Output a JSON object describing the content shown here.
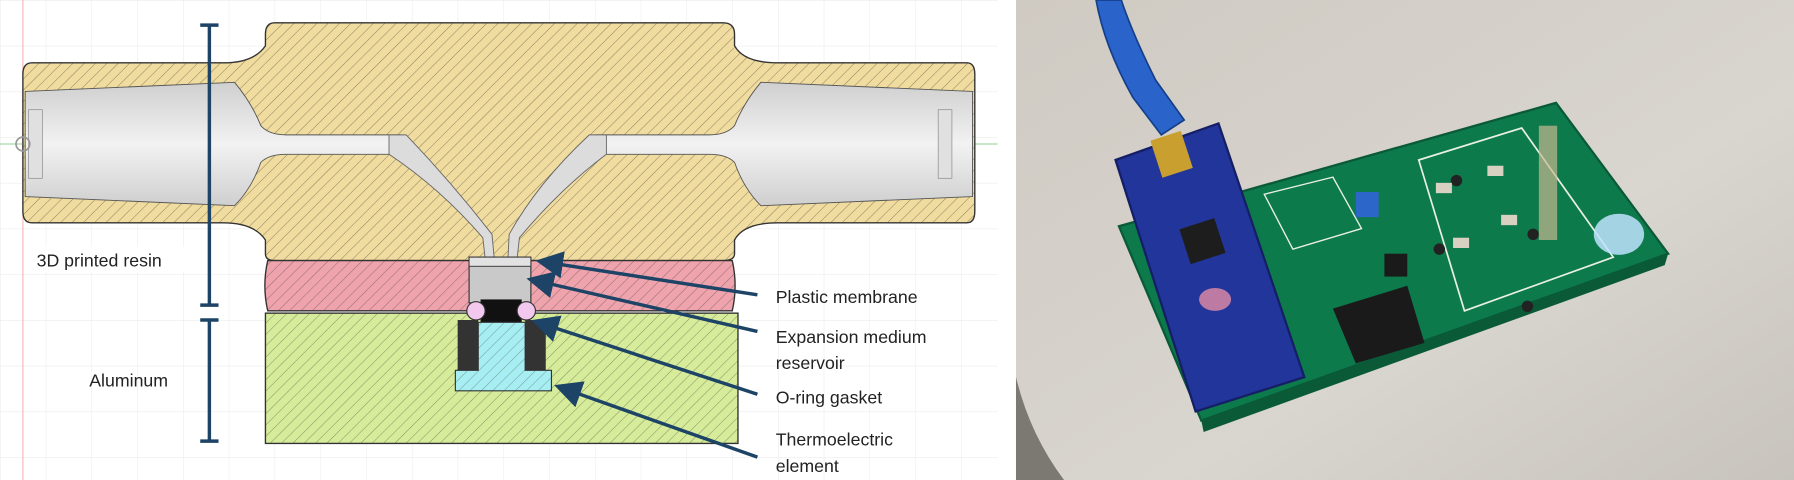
{
  "diagram": {
    "labels": {
      "resin": "3D printed resin",
      "aluminum": "Aluminum",
      "membrane": "Plastic membrane",
      "expansion_1": "Expansion medium",
      "expansion_2": "reservoir",
      "oring": "O-ring gasket",
      "thermo_1": "Thermoelectric",
      "thermo_2": "element"
    },
    "colors": {
      "resin": "#f1dca0",
      "pink": "#eea3ad",
      "aluminum": "#d6ec9b",
      "cyan": "#a6eef2",
      "arrow": "#1d4466"
    }
  },
  "photo": {
    "subject": "pcb-with-arduino-nano"
  }
}
